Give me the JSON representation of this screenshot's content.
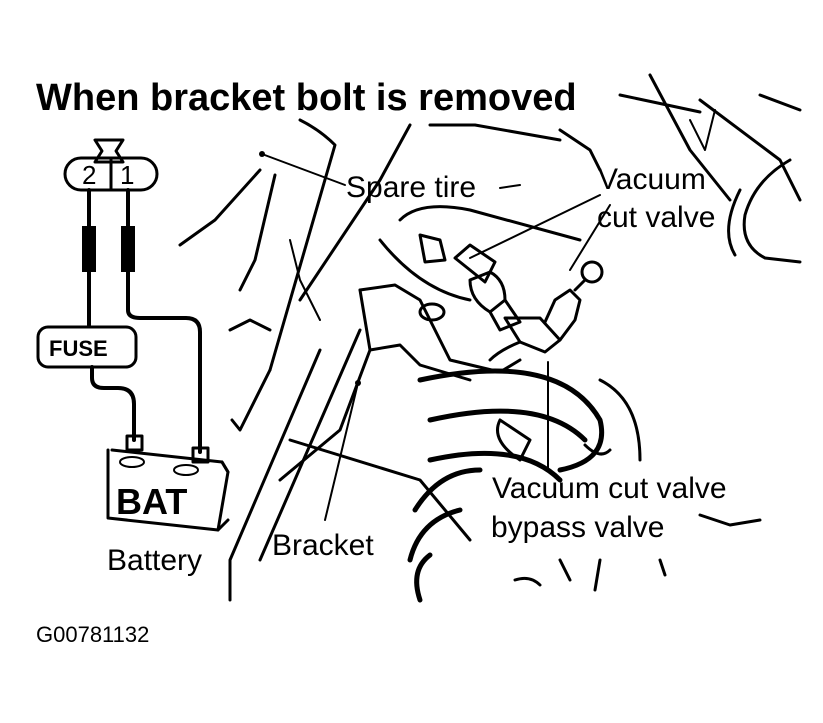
{
  "title": "When bracket bolt is removed",
  "connector": {
    "pin_left": "2",
    "pin_right": "1"
  },
  "fuse_label": "FUSE",
  "battery_label": "BAT",
  "callouts": {
    "battery": "Battery",
    "spare_tire": "Spare tire",
    "vacuum_cut_valve_line1": "Vacuum",
    "vacuum_cut_valve_line2": "cut valve",
    "bracket": "Bracket",
    "bypass_valve_line1": "Vacuum cut valve",
    "bypass_valve_line2": "bypass valve"
  },
  "figure_code": "G00781132"
}
